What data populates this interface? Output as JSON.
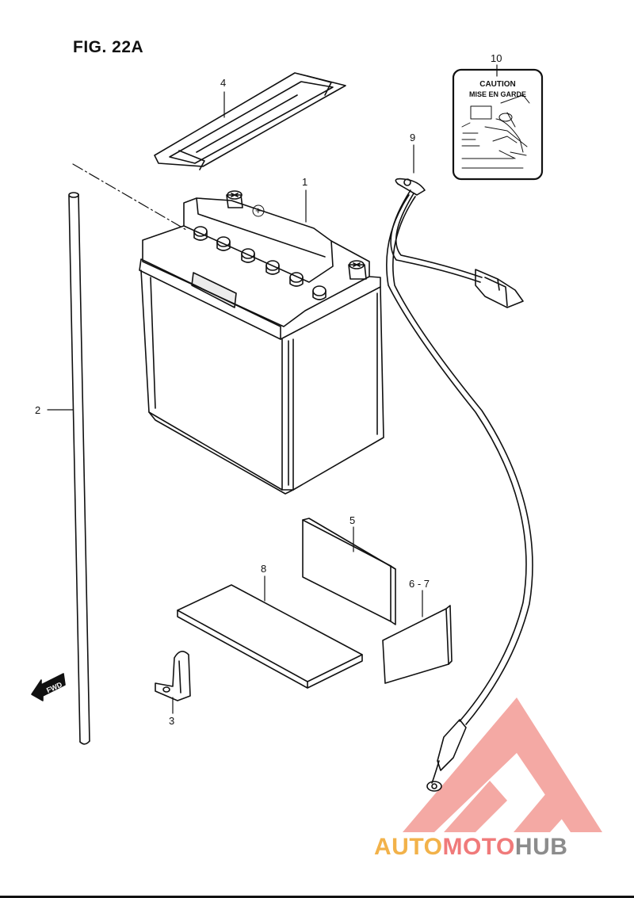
{
  "figure": {
    "title": "FIG. 22A"
  },
  "callouts": {
    "c1": "1",
    "c2": "2",
    "c3": "3",
    "c4": "4",
    "c5": "5",
    "c67": "6 - 7",
    "c8": "8",
    "c9": "9",
    "c10": "10"
  },
  "label10": {
    "line1": "CAUTION",
    "line2": "MISE EN GARDE"
  },
  "battery": {
    "terminal_sign": "+"
  },
  "fwd": {
    "text": "FWD"
  },
  "watermark": {
    "part1": "AUTO",
    "part2": "MOTO",
    "part3": "HUB",
    "color1": "#f2b24a",
    "color2": "#f07a7a",
    "color3": "#8c8c8c",
    "logo_color": "#f39b95"
  }
}
